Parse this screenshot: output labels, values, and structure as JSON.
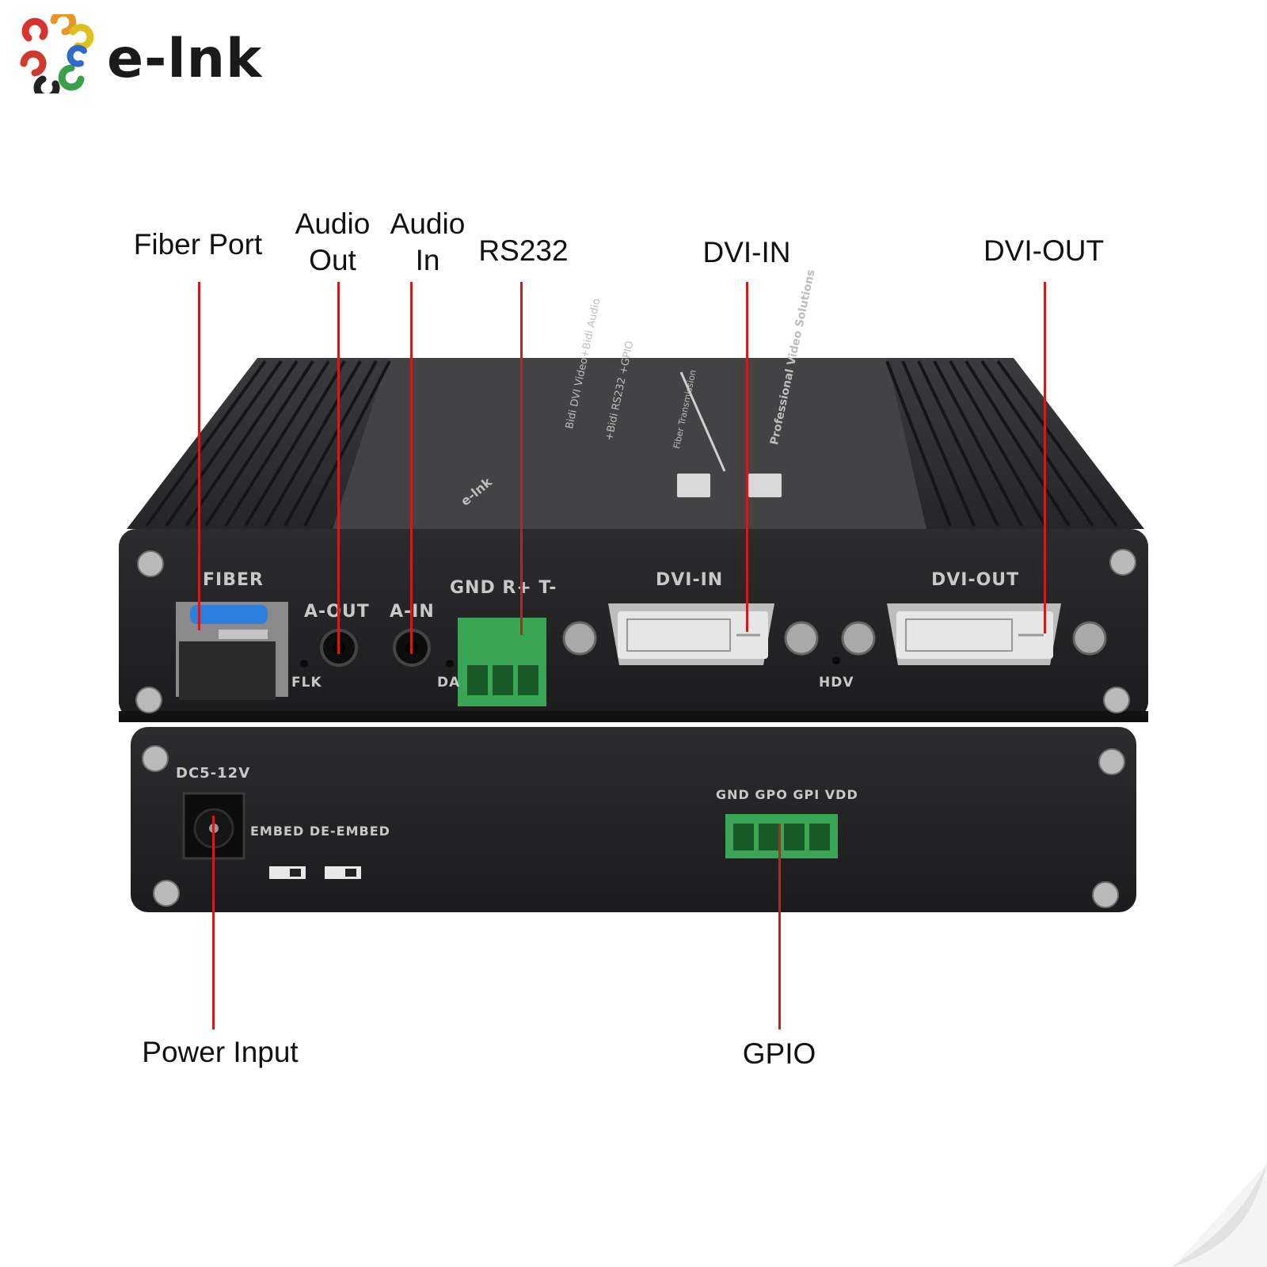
{
  "brand": {
    "name": "e-lnk"
  },
  "callouts": {
    "fiber_port": "Fiber Port",
    "audio_out_line1": "Audio",
    "audio_out_line2": "Out",
    "audio_in_line1": "Audio",
    "audio_in_line2": "In",
    "rs232": "RS232",
    "dvi_in": "DVI-IN",
    "dvi_out": "DVI-OUT",
    "power_input": "Power Input",
    "gpio": "GPIO"
  },
  "front_panel": {
    "fiber": "FIBER",
    "a_out": "A-OUT",
    "a_in": "A-IN",
    "rs232_pins": "GND R+ T-",
    "dvi_in": "DVI-IN",
    "dvi_out": "DVI-OUT",
    "flk": "FLK",
    "da": "DA",
    "hdv": "HDV"
  },
  "rear_panel": {
    "dc": "DC5-12V",
    "embed": "EMBED DE-EMBED",
    "gpio_pins": "GND GPO GPI VDD"
  },
  "top_cover": {
    "line1": "Bidi DVI Video+Bidi Audio",
    "line2": "+Bidi RS232 +GPIO",
    "fiber_transmission": "Fiber Transmission",
    "tagline": "Professional Video Solutions",
    "brand": "e-lnk"
  },
  "colors": {
    "lead_line": "#cc1d1d",
    "chassis": "#232325",
    "terminal_green": "#3aa655",
    "sfp_blue": "#2f7fe0"
  }
}
